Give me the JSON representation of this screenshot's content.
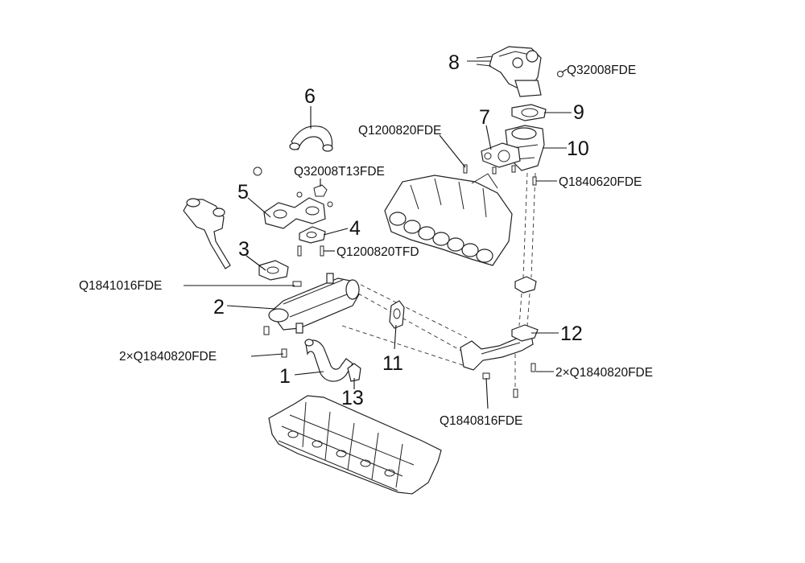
{
  "callouts": {
    "n1": "1",
    "n2": "2",
    "n3": "3",
    "n4": "4",
    "n5": "5",
    "n6": "6",
    "n7": "7",
    "n8": "8",
    "n9": "9",
    "n10": "10",
    "n11": "11",
    "n12": "12",
    "n13": "13"
  },
  "fasteners": {
    "q32008fde": "Q32008FDE",
    "q1200820fde": "Q1200820FDE",
    "q1840620fde": "Q1840620FDE",
    "q32008t13fde": "Q32008T13FDE",
    "q1200820tfd": "Q1200820TFD",
    "q1841016fde": "Q1841016FDE",
    "q1840820fde_left": "2×Q1840820FDE",
    "q1840820fde_right": "2×Q1840820FDE",
    "q1840816fde": "Q1840816FDE"
  }
}
